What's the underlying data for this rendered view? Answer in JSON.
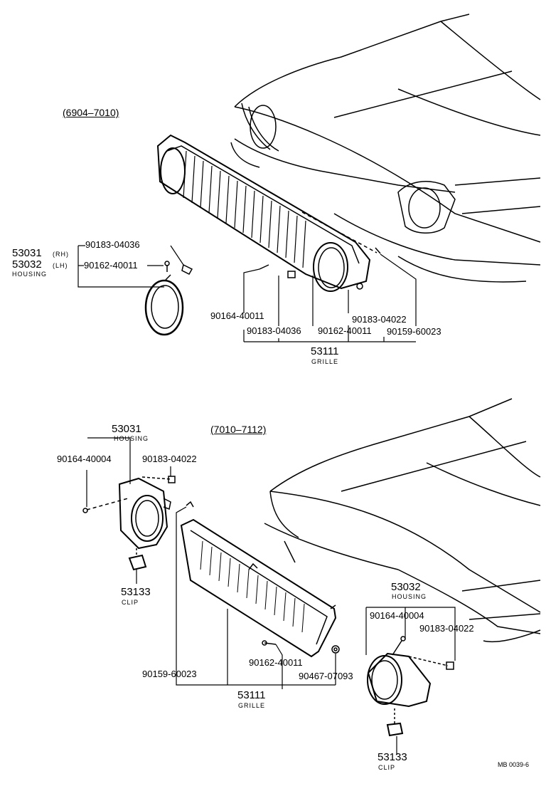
{
  "section_top": {
    "period": "(6904–7010)",
    "housing": {
      "part_rh": "53031",
      "rh_tag": "(RH)",
      "part_lh": "53032",
      "lh_tag": "(LH)",
      "name": "HOUSING",
      "screw": "90183-04036",
      "bolt": "90162-40011"
    },
    "grille": {
      "part": "53111",
      "name": "GRILLE",
      "callouts": [
        "90164-40011",
        "90183-04036",
        "90162-40011",
        "90183-04022",
        "90159-60023"
      ]
    }
  },
  "section_bottom": {
    "period": "(7010–7112)",
    "housing_left": {
      "part": "53031",
      "name": "HOUSING",
      "screw": "90164-40004",
      "nut": "90183-04022"
    },
    "clip_left": {
      "part": "53133",
      "name": "CLIP"
    },
    "grille": {
      "part": "53111",
      "name": "GRILLE",
      "callouts": [
        "90159-60023",
        "90162-40011",
        "90467-07093"
      ]
    },
    "housing_right": {
      "part": "53032",
      "name": "HOUSING",
      "screw": "90164-40004",
      "nut": "90183-04022"
    },
    "clip_right": {
      "part": "53133",
      "name": "CLIP"
    }
  },
  "drawing_code": "MB 0039-6"
}
